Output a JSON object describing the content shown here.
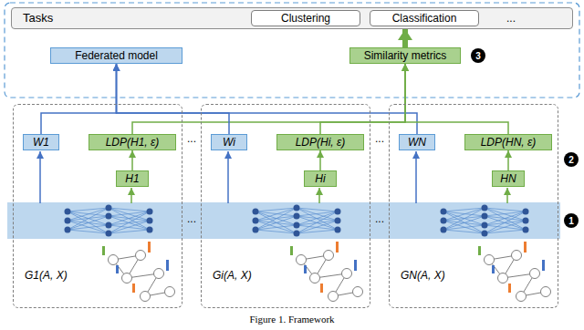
{
  "diagram": {
    "caption": "Figure 1. Framework",
    "nodes": [
      {
        "text": [
          "Tasks"
        ]
      },
      {
        "text": [
          "Clustering"
        ],
        "in": 0
      },
      {
        "text": [
          "Classification"
        ],
        "in": 0
      },
      {
        "text": [
          "Federated model"
        ]
      },
      {
        "text": [
          "Similarity metrics"
        ]
      },
      {
        "text": [
          "G1(A, X)"
        ]
      },
      {
        "text": [
          "W1"
        ],
        "in": 5
      },
      {
        "text": [
          "LDP(H1, ε)"
        ],
        "in": 5
      },
      {
        "text": [
          "H1"
        ],
        "in": 5
      },
      {
        "text": [
          "Gi(A, X)"
        ]
      },
      {
        "text": [
          "Wi"
        ],
        "in": 9
      },
      {
        "text": [
          "LDP(Hi, ε)"
        ],
        "in": 9
      },
      {
        "text": [
          "Hi"
        ],
        "in": 9
      },
      {
        "text": [
          "GN(A, X)"
        ]
      },
      {
        "text": [
          "WN"
        ],
        "in": 13
      },
      {
        "text": [
          "LDP(HN, ε)"
        ],
        "in": 13
      },
      {
        "text": [
          "HN"
        ],
        "in": 13
      }
    ],
    "edges": [
      {
        "from": 8,
        "to": 7,
        "arrow": "to"
      },
      {
        "from": 6,
        "to": 3,
        "arrow": "to"
      },
      {
        "from": 7,
        "to": 4,
        "arrow": "to"
      },
      {
        "from": 12,
        "to": 11,
        "arrow": "to"
      },
      {
        "from": 10,
        "to": 3,
        "arrow": "to"
      },
      {
        "from": 11,
        "to": 4,
        "arrow": "to"
      },
      {
        "from": 16,
        "to": 15,
        "arrow": "to"
      },
      {
        "from": 14,
        "to": 3,
        "arrow": "to"
      },
      {
        "from": 15,
        "to": 4,
        "arrow": "to"
      },
      {
        "from": 4,
        "to": 0,
        "arrow": "to"
      }
    ],
    "labels": [
      "...",
      "3",
      "...",
      "...",
      "2",
      "...",
      "...",
      "1"
    ]
  }
}
